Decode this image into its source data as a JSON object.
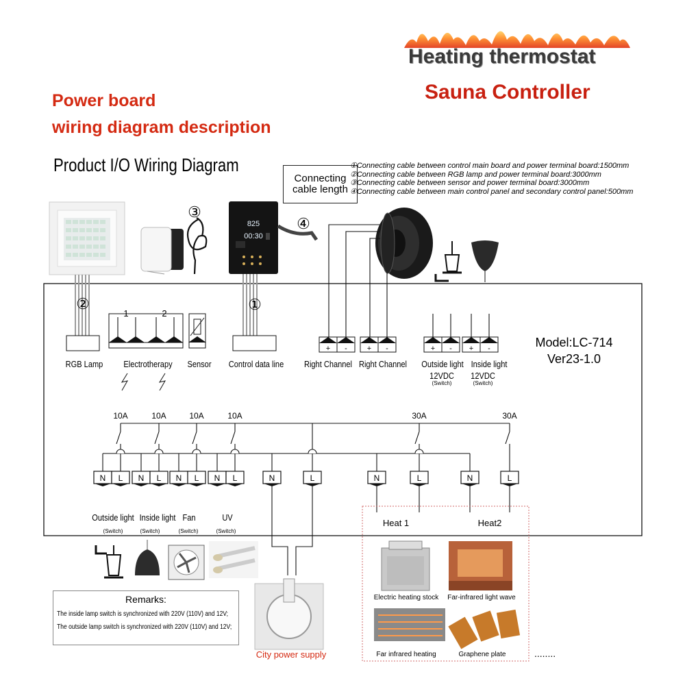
{
  "header": {
    "brand_line1": "Heating thermostat",
    "brand_line2": "Sauna Controller",
    "heading_line1": "Power board",
    "heading_line2": "wiring diagram description",
    "title": "Product I/O Wiring Diagram"
  },
  "connecting": {
    "label": "Connecting cable length",
    "notes": [
      "①Connecting cable between control main board and power terminal board:1500mm",
      "②Connecting cable between RGB lamp and power terminal board:3000mm",
      "③Connecting cable between sensor and power terminal board:3000mm",
      "④Connecting cable between main control panel and secondary control panel:500mm"
    ]
  },
  "markers": {
    "m1": "①",
    "m2": "②",
    "m3": "③",
    "m4": "④"
  },
  "panel": {
    "display_temp": "825",
    "display_time": "00:30"
  },
  "model": {
    "name": "Model:LC-714",
    "version": "Ver23-1.0"
  },
  "top_terminals": {
    "rgb_lamp": "RGB Lamp",
    "electrotherapy": "Electrotherapy",
    "electro_num1": "1",
    "electro_num2": "2",
    "sensor": "Sensor",
    "control_data_line": "Control data line",
    "right_channel_1": "Right Channel",
    "right_channel_2": "Right Channel",
    "outside_light": "Outside light",
    "inside_light": "Inside light",
    "voltage_1": "12VDC",
    "voltage_2": "12VDC",
    "switch_1": "(Switch)",
    "switch_2": "(Switch)",
    "plus": "+",
    "minus": "-"
  },
  "relays": {
    "r1": "10A",
    "r2": "10A",
    "r3": "10A",
    "r4": "10A",
    "r5": "30A",
    "r6": "30A"
  },
  "bottom_terminals": {
    "N": "N",
    "L": "L",
    "outside_light": "Outside light",
    "inside_light": "Inside light",
    "fan": "Fan",
    "uv": "UV",
    "switch": "(Switch)",
    "heat1": "Heat 1",
    "heat2": "Heat2"
  },
  "remarks": {
    "title": "Remarks:",
    "line1": "The inside lamp switch is synchronized with 220V (110V) and 12V;",
    "line2": "The outside lamp switch is synchronized with 220V (110V) and 12V;"
  },
  "power": {
    "label": "City power supply"
  },
  "heaters": {
    "electric": "Electric heating stock",
    "far_wave": "Far-infrared light wave",
    "far_heat": "Far infrared heating",
    "graphene": "Graphene plate",
    "ellipsis": "........"
  }
}
